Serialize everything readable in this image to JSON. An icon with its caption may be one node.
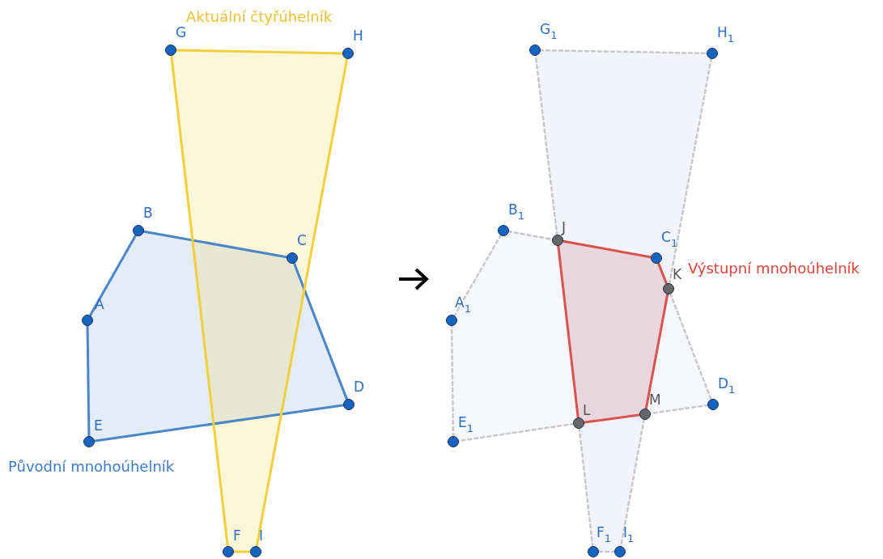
{
  "diagram": {
    "nodes": [
      {
        "text": [
          "A"
        ]
      },
      {
        "text": [
          "B"
        ]
      },
      {
        "text": [
          "C"
        ]
      },
      {
        "text": [
          "D"
        ]
      },
      {
        "text": [
          "E"
        ]
      },
      {
        "text": [
          "F"
        ]
      },
      {
        "text": [
          "G"
        ]
      },
      {
        "text": [
          "H"
        ]
      },
      {
        "text": [
          "I"
        ]
      },
      {
        "text": [
          "A$_{1}$"
        ]
      },
      {
        "text": [
          "B$_{1}$"
        ]
      },
      {
        "text": [
          "C$_{1}$"
        ]
      },
      {
        "text": [
          "D$_{1}$"
        ]
      },
      {
        "text": [
          "E$_{1}$"
        ]
      },
      {
        "text": [
          "F$_{1}$"
        ]
      },
      {
        "text": [
          "G$_{1}$"
        ]
      },
      {
        "text": [
          "H$_{1}$"
        ]
      },
      {
        "text": [
          "I$_{1}$"
        ]
      },
      {
        "text": [
          "J"
        ]
      },
      {
        "text": [
          "K"
        ]
      },
      {
        "text": [
          "L"
        ]
      },
      {
        "text": [
          "M"
        ]
      }
    ],
    "edges": [
      {
        "from": 0,
        "to": 1,
        "arrow": "none",
        "color": "#4a86c8"
      },
      {
        "from": 1,
        "to": 2,
        "arrow": "none",
        "color": "#4a86c8"
      },
      {
        "from": 2,
        "to": 3,
        "arrow": "none",
        "color": "#4a86c8"
      },
      {
        "from": 3,
        "to": 4,
        "arrow": "none",
        "color": "#4a86c8"
      },
      {
        "from": 4,
        "to": 0,
        "arrow": "none",
        "color": "#4a86c8"
      },
      {
        "from": 6,
        "to": 7,
        "arrow": "none",
        "color": "#f2cf3c"
      },
      {
        "from": 7,
        "to": 8,
        "arrow": "none",
        "color": "#f2cf3c"
      },
      {
        "from": 8,
        "to": 5,
        "arrow": "none",
        "color": "#f2cf3c"
      },
      {
        "from": 5,
        "to": 6,
        "arrow": "none",
        "color": "#f2cf3c"
      },
      {
        "from": 9,
        "to": 10,
        "arrow": "none",
        "style": "dashed",
        "color": "#c8c8c8"
      },
      {
        "from": 10,
        "to": 18,
        "arrow": "none",
        "style": "dashed",
        "color": "#c8c8c8"
      },
      {
        "from": 19,
        "to": 12,
        "arrow": "none",
        "style": "dashed",
        "color": "#c8c8c8"
      },
      {
        "from": 12,
        "to": 21,
        "arrow": "none",
        "style": "dashed",
        "color": "#c8c8c8"
      },
      {
        "from": 20,
        "to": 13,
        "arrow": "none",
        "style": "dashed",
        "color": "#c8c8c8"
      },
      {
        "from": 13,
        "to": 9,
        "arrow": "none",
        "style": "dashed",
        "color": "#c8c8c8"
      },
      {
        "from": 15,
        "to": 16,
        "arrow": "none",
        "style": "dashed",
        "color": "#c8c8c8"
      },
      {
        "from": 16,
        "to": 19,
        "arrow": "none",
        "style": "dashed",
        "color": "#c8c8c8"
      },
      {
        "from": 21,
        "to": 17,
        "arrow": "none",
        "style": "dashed",
        "color": "#c8c8c8"
      },
      {
        "from": 17,
        "to": 14,
        "arrow": "none",
        "style": "dashed",
        "color": "#c8c8c8"
      },
      {
        "from": 14,
        "to": 20,
        "arrow": "none",
        "style": "dashed",
        "color": "#c8c8c8"
      },
      {
        "from": 18,
        "to": 15,
        "arrow": "none",
        "style": "dashed",
        "color": "#c8c8c8"
      },
      {
        "from": 18,
        "to": 11,
        "arrow": "none",
        "color": "#d9534f"
      },
      {
        "from": 11,
        "to": 19,
        "arrow": "none",
        "color": "#d9534f"
      },
      {
        "from": 19,
        "to": 21,
        "arrow": "none",
        "color": "#d9534f"
      },
      {
        "from": 21,
        "to": 20,
        "arrow": "none",
        "color": "#d9534f"
      },
      {
        "from": 20,
        "to": 18,
        "arrow": "none",
        "color": "#d9534f"
      }
    ],
    "labels": [
      "Aktuální čtyřúhelník",
      "Výstupní mnohoúhelník",
      "Původní mnohoúhelník"
    ]
  }
}
